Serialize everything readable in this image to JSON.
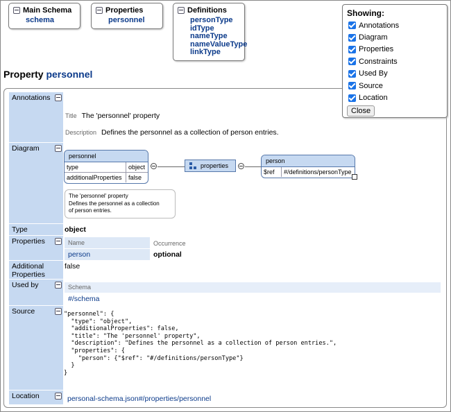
{
  "nav": {
    "main_schema": {
      "title": "Main Schema",
      "items": [
        "schema"
      ]
    },
    "properties": {
      "title": "Properties",
      "items": [
        "personnel"
      ]
    },
    "definitions": {
      "title": "Definitions",
      "items": [
        "personType",
        "idType",
        "nameType",
        "nameValueType",
        "linkType"
      ]
    }
  },
  "showing": {
    "title": "Showing:",
    "options": [
      "Annotations",
      "Diagram",
      "Properties",
      "Constraints",
      "Used By",
      "Source",
      "Location"
    ],
    "close_label": "Close"
  },
  "property": {
    "prefix": "Property",
    "name": "personnel"
  },
  "sections": {
    "annotations": "Annotations",
    "diagram": "Diagram",
    "type": "Type",
    "properties": "Properties",
    "additional_properties": "Additional Properties",
    "used_by": "Used by",
    "source": "Source",
    "location": "Location"
  },
  "annotations": {
    "title_label": "Title",
    "title_value": "The 'personnel' property",
    "description_label": "Description",
    "description_value": "Defines the personnel as a collection of person entries."
  },
  "diagram": {
    "node_name": "personnel",
    "rows": [
      [
        "type",
        "object"
      ],
      [
        "additionalProperties",
        "false"
      ]
    ],
    "tooltip_lines": [
      "The 'personnel' property",
      "Defines the personnel as a collection",
      "of person entries."
    ],
    "properties_label": "properties",
    "person_node": {
      "name": "person",
      "key": "$ref",
      "value": "#/definitions/personType"
    }
  },
  "type_value": "object",
  "properties_table": {
    "headers": [
      "Name",
      "Occurrence"
    ],
    "rows": [
      [
        "person",
        "optional"
      ]
    ]
  },
  "additional_properties_value": "false",
  "used_by": {
    "header": "Schema",
    "item": "#/schema"
  },
  "source_lines": [
    "\"personnel\": {",
    "  \"type\": \"object\",",
    "  \"additionalProperties\": false,",
    "  \"title\": \"The 'personnel' property\",",
    "  \"description\": \"Defines the personnel as a collection of person entries.\",",
    "  \"properties\": {",
    "    \"person\": {\"$ref\": \"#/definitions/personType\"}",
    "  }",
    "}"
  ],
  "location_value": "personal-schema.json#/properties/personnel",
  "colors": {
    "accent": "#c6d9f1",
    "link": "#0b3a8a",
    "checkbox": "#1a73e8"
  }
}
